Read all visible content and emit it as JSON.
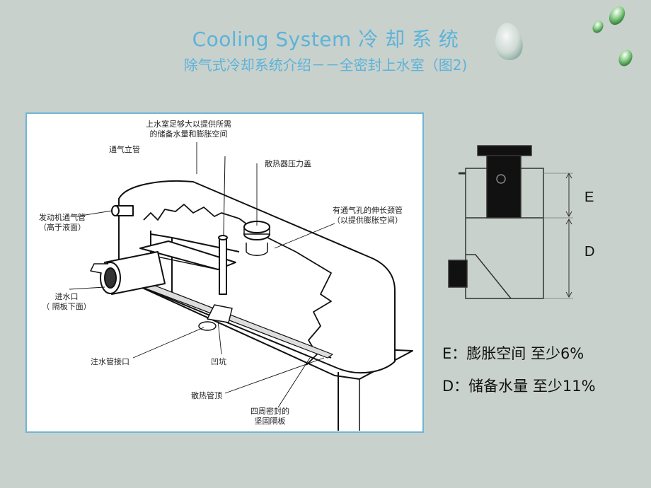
{
  "header": {
    "title": "Cooling System  冷 却 系 统",
    "subtitle": "除气式冷却系统介绍－－全密封上水室（图2)"
  },
  "diagram": {
    "labels": {
      "top_space_line1": "上水室足够大以提供所需",
      "top_space_line2": "的储备水量和膨胀空间",
      "vent_pipe": "通气立管",
      "radiator_cap": "散热器压力盖",
      "engine_vent": "发动机通气管",
      "engine_vent_note": "（高于液面）",
      "neck_line1": "有通气孔的伸长颈管",
      "neck_line2": "（以提供膨胀空间）",
      "inlet": "进水口",
      "inlet_note": "（ 隔板下面）",
      "fill_connection": "注水管接口",
      "pit": "凹坑",
      "tube_top": "散热管顶",
      "baffle_line1": "四周密封的",
      "baffle_line2": "坚固隔板"
    }
  },
  "side_view": {
    "letter_e": "E",
    "letter_d": "D"
  },
  "specs": {
    "e_line": "E：膨胀空间  至少6%",
    "d_line": "D：储备水量  至少11%"
  },
  "colors": {
    "background": "#c9d1cd",
    "title": "#5cb3d8",
    "frame": "#6fb6d6"
  }
}
